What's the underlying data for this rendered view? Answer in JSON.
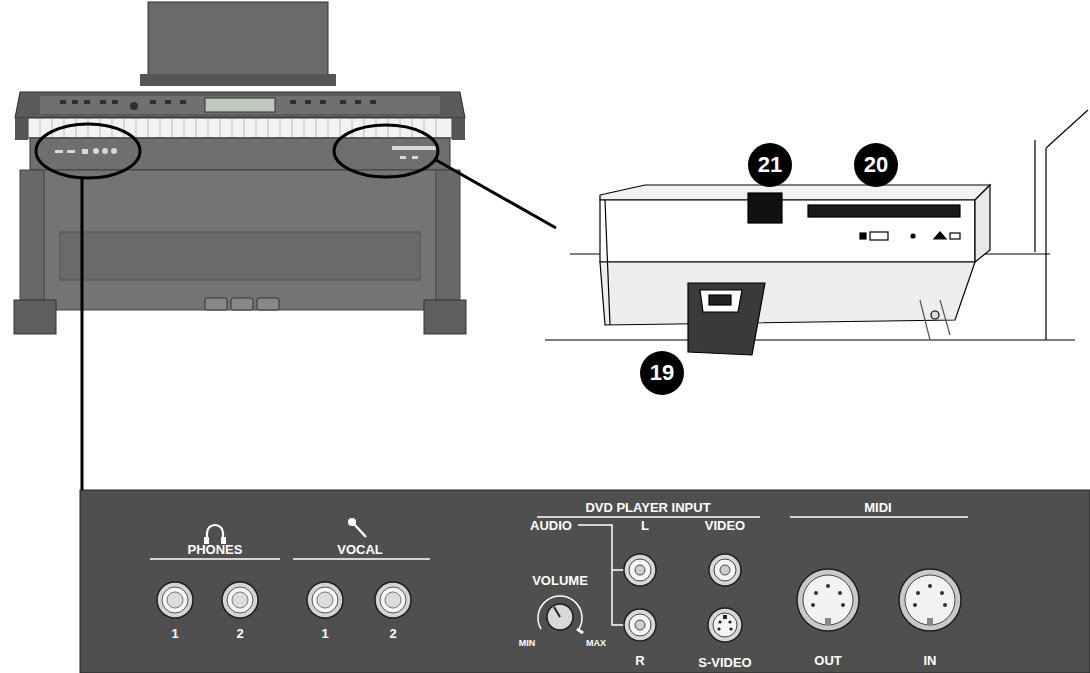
{
  "diagram": {
    "nodes": [
      {
        "text": [
          "PHONES",
          "1",
          "2",
          "VOCAL",
          "1",
          "2",
          "DVD PLAYER INPUT",
          "AUDIO",
          "L",
          "VIDEO",
          "VOLUME",
          "MIN",
          "MAX",
          "R",
          "S-VIDEO",
          "MIDI",
          "OUT",
          "IN"
        ]
      }
    ],
    "labels": [
      "21",
      "20",
      "19"
    ]
  }
}
